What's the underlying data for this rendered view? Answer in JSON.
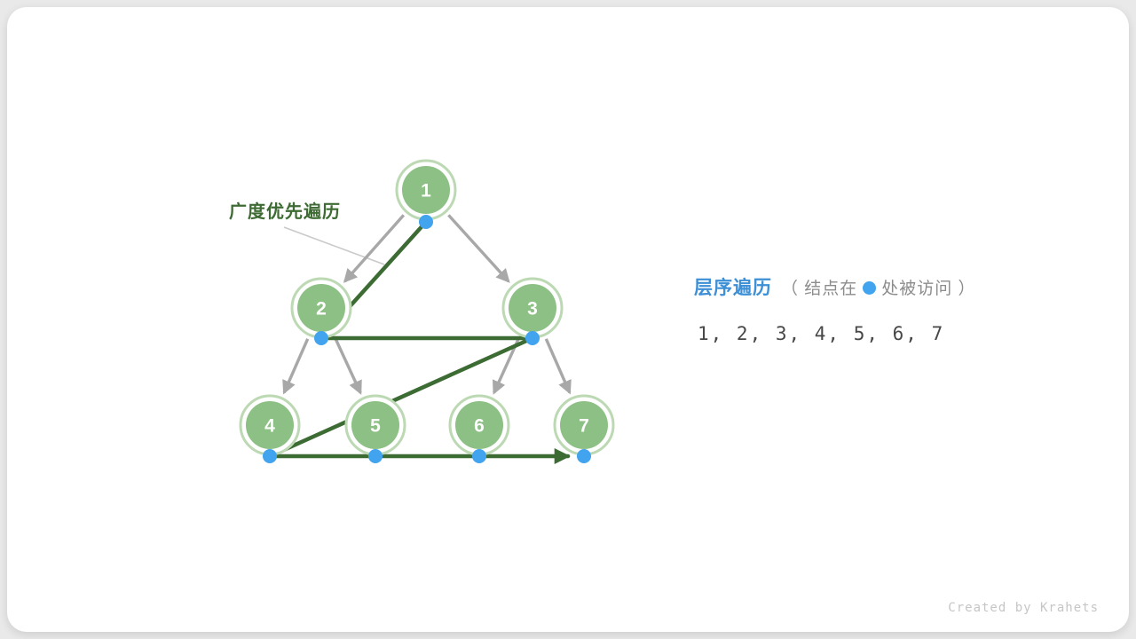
{
  "tree": {
    "bfs_label": "广度优先遍历",
    "nodes": [
      {
        "label": "1"
      },
      {
        "label": "2"
      },
      {
        "label": "3"
      },
      {
        "label": "4"
      },
      {
        "label": "5"
      },
      {
        "label": "6"
      },
      {
        "label": "7"
      }
    ]
  },
  "panel": {
    "title": "层序遍历",
    "note_prefix": "（ 结点在",
    "note_suffix": "处被访问 ）",
    "sequence": "1,  2,  3,  4,  5,  6,  7"
  },
  "credit": "Created by Krahets",
  "colors": {
    "node_fill": "#8dc084",
    "node_ring": "#bcd9b4",
    "edge_gray": "#a8a8a8",
    "path_green": "#3c6b33",
    "dot_blue": "#42a3ee",
    "title_blue": "#3d8fd6",
    "label_green": "#3e6b33"
  }
}
